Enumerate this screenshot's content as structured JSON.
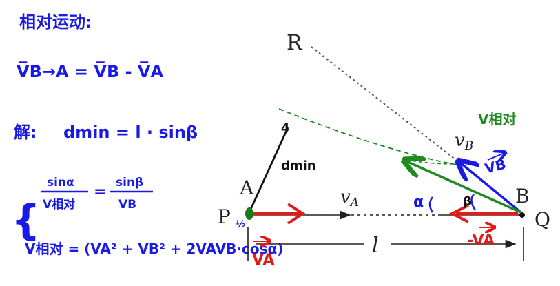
{
  "notes": {
    "heading": "相对运动:",
    "relative_velocity": "V̅B→A = V̅B - V̅A",
    "solution_label": "解:",
    "dmin_formula": "dmin = l · sinβ",
    "sine_ratio_left_num": "sinα",
    "sine_ratio_left_den": "V相对",
    "sine_ratio_eq": "=",
    "sine_ratio_right_num": "sinβ",
    "sine_ratio_right_den": "VB",
    "brace": "{",
    "v_rel_formula": "V相对 = (VA² + VB² + 2VAVB·cosα)",
    "v_rel_exponent": "½"
  },
  "figure": {
    "point_R": "R",
    "point_A": "A",
    "point_P": "P",
    "point_B": "B",
    "point_Q": "Q",
    "label_vA": "v",
    "label_vA_sub": "A",
    "label_vB": "v",
    "label_vB_sub": "B",
    "label_l": "l",
    "label_dmin": "dmin",
    "label_dmin_tick": "4",
    "label_vrel": "V相对",
    "label_VB_hand": "VB",
    "label_VA_red": "VA",
    "label_minus_VA": "-VA",
    "label_alpha": "α",
    "label_beta": "β",
    "colors": {
      "blue": "#1a1ae6",
      "green": "#1f8a1f",
      "red": "#e01b1b",
      "dark_green_dot": "#1a7a1a",
      "black": "#111111"
    }
  }
}
